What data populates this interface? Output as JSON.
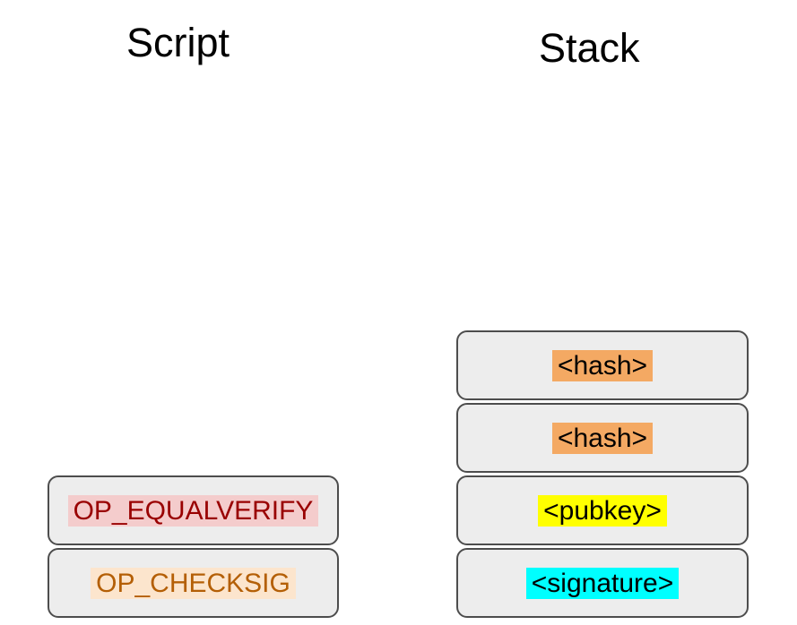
{
  "page": {
    "background": "#ffffff",
    "box_fill": "#ededed",
    "box_border": "#4d4d4d"
  },
  "script_column": {
    "title": "Script",
    "items": [
      {
        "label": "OP_EQUALVERIFY",
        "text_color": "#990000",
        "highlight": "#f4cccc"
      },
      {
        "label": "OP_CHECKSIG",
        "text_color": "#b45f06",
        "highlight": "#fce5cd"
      }
    ]
  },
  "stack_column": {
    "title": "Stack",
    "items": [
      {
        "label": "<hash>",
        "text_color": "#000000",
        "highlight": "#f4a963"
      },
      {
        "label": "<hash>",
        "text_color": "#000000",
        "highlight": "#f4a963"
      },
      {
        "label": "<pubkey>",
        "text_color": "#000000",
        "highlight": "#ffff00"
      },
      {
        "label": "<signature>",
        "text_color": "#000000",
        "highlight": "#00ffff"
      }
    ]
  }
}
